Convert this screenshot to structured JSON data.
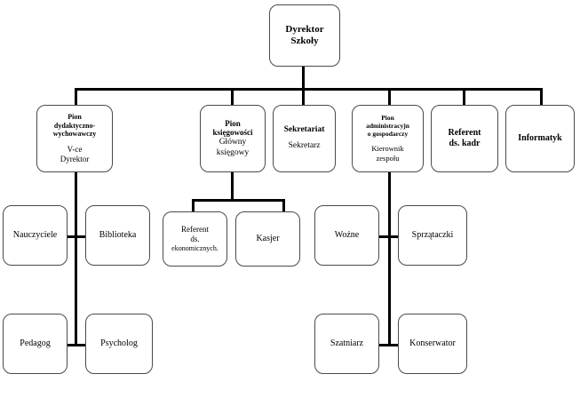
{
  "diagram": {
    "type": "organizational-chart",
    "language": "pl",
    "line_color": "#000000",
    "box_border_color": "#4a4a4a",
    "background": "#ffffff",
    "nodes": {
      "director": {
        "title": "Dyrektor",
        "title2": "Szkoły"
      },
      "pion_dydaktyczny": {
        "title_l1": "Pion",
        "title_l2": "dydaktyczno-",
        "title_l3": "wychowawczy",
        "sub_l1": "V-ce",
        "sub_l2": "Dyrektor"
      },
      "pion_ksiegowosci": {
        "title_l1": "Pion",
        "title_l2": "księgowości",
        "sub_l1": "Główny",
        "sub_l2": "księgowy"
      },
      "sekretariat": {
        "title_l1": "Sekretariat",
        "sub_l1": "Sekretarz"
      },
      "pion_administracyjny": {
        "title_l1": "Pion",
        "title_l2": "administracyjn",
        "title_l3": "o gospodarczy",
        "sub_l1": "Kierownik",
        "sub_l2": "zespołu"
      },
      "referent_kadr": {
        "title_l1": "Referent",
        "title_l2": "ds. kadr"
      },
      "informatyk": {
        "title_l1": "Informatyk"
      },
      "nauczyciele": {
        "label": "Nauczyciele"
      },
      "biblioteka": {
        "label": "Biblioteka"
      },
      "referent_ekonomicznych": {
        "l1": "Referent",
        "l2": "ds.",
        "l3": "ekonomicznych."
      },
      "kasjer": {
        "label": "Kasjer"
      },
      "wozne": {
        "label": "Woźne"
      },
      "sprzataczki": {
        "label": "Sprzątaczki"
      },
      "pedagog": {
        "label": "Pedagog"
      },
      "psycholog": {
        "label": "Psycholog"
      },
      "szatniarz": {
        "label": "Szatniarz"
      },
      "konserwator": {
        "label": "Konserwator"
      }
    }
  }
}
